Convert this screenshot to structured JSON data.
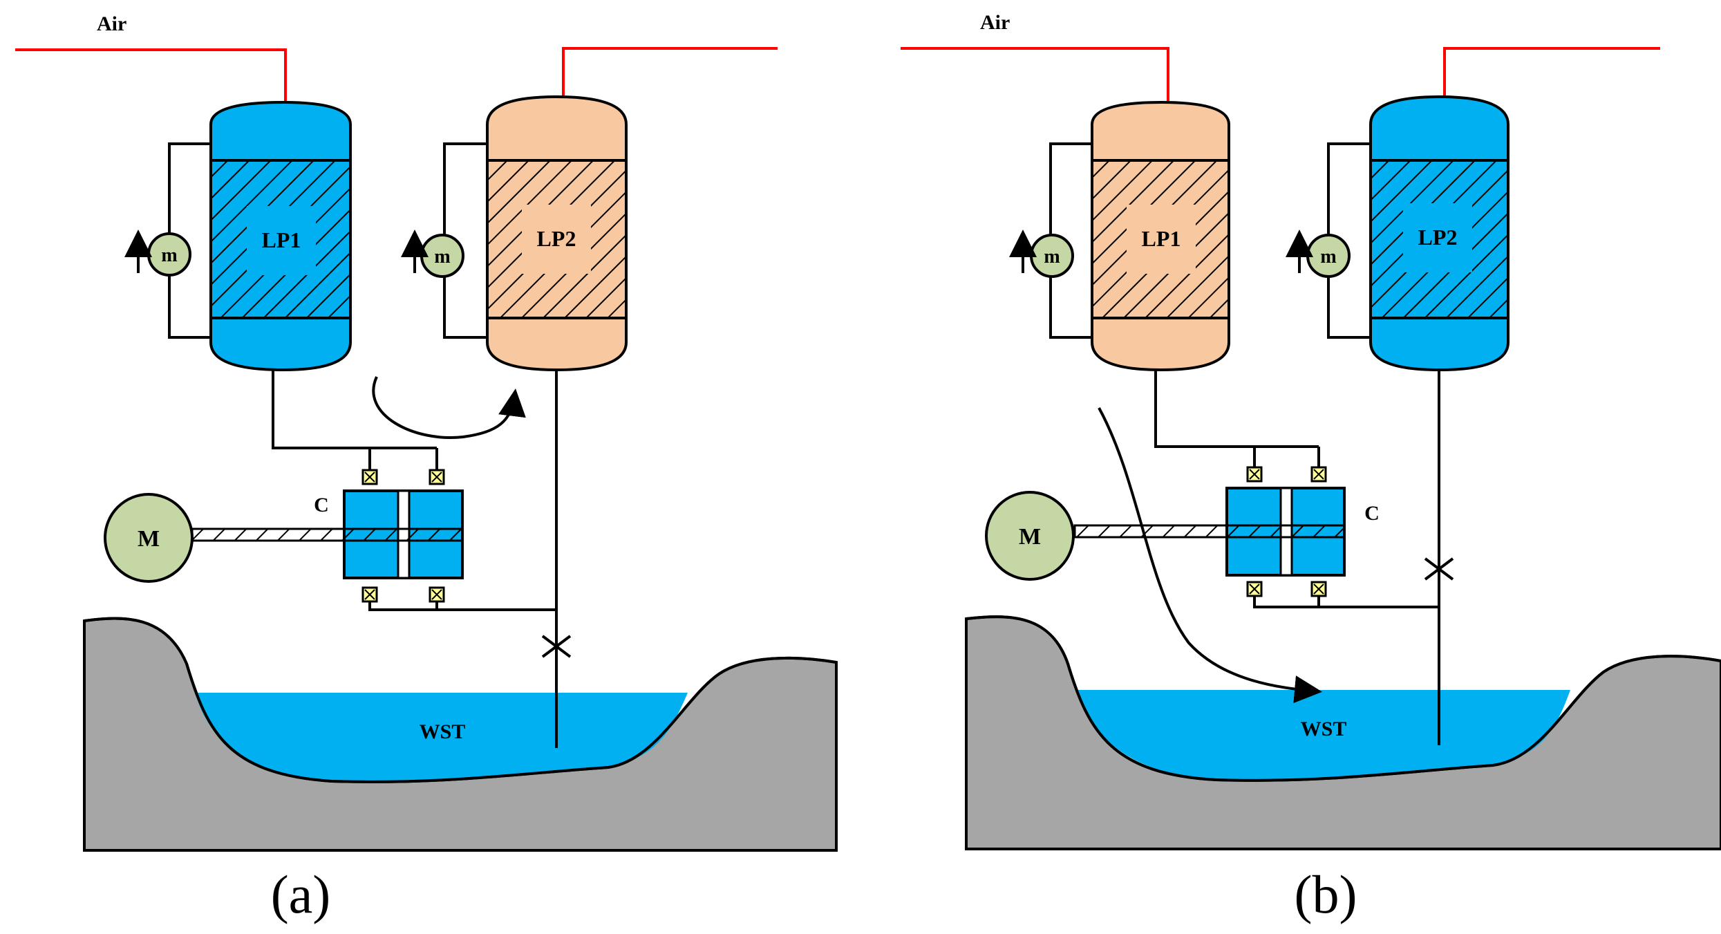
{
  "colors": {
    "water": "#00b0f0",
    "pale": "#f8c8a0",
    "ground": "#a6a6a6",
    "motor": "#c4d7a4",
    "pipe_air": "#ff0000",
    "line": "#000000",
    "valve": "#ffff99"
  },
  "panels": [
    {
      "air_label": "Air",
      "vessel1": {
        "label": "LP1",
        "state": "charged-water"
      },
      "vessel2": {
        "label": "LP2",
        "state": "pale"
      },
      "meter1_label": "m",
      "meter2_label": "m",
      "motor_label": "M",
      "compressor_label": "C",
      "tank_label": "WST",
      "caption": "(a)"
    },
    {
      "air_label": "Air",
      "vessel1": {
        "label": "LP1",
        "state": "pale"
      },
      "vessel2": {
        "label": "LP2",
        "state": "charged-water"
      },
      "meter1_label": "m",
      "meter2_label": "m",
      "motor_label": "M",
      "compressor_label": "C",
      "tank_label": "WST",
      "caption": "(b)"
    }
  ]
}
